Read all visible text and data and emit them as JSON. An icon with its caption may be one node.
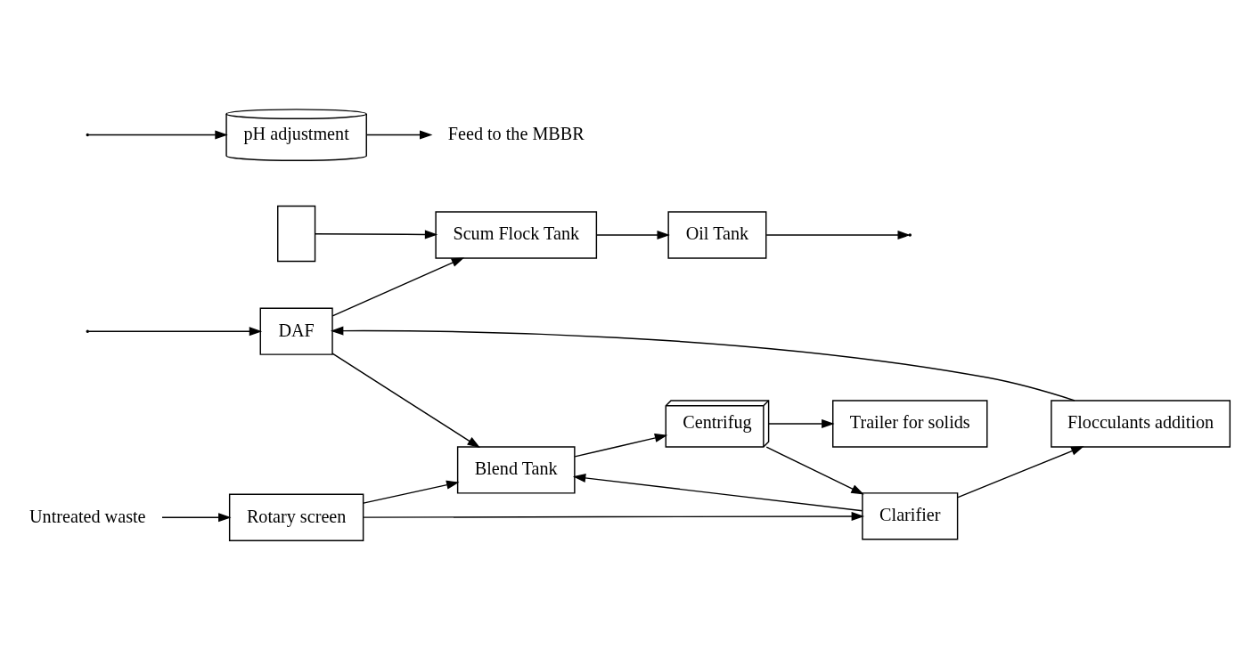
{
  "diagram": {
    "nodes": [
      {
        "text": [
          "Oil Tank"
        ]
      },
      {
        "text": [
          "Flocculants addition"
        ]
      },
      {
        "text": [
          "Clarifier"
        ]
      },
      {
        "text": [],
        "shape": "box"
      },
      {
        "text": [
          "Rotary screen"
        ]
      },
      {
        "text": [
          "Untreated waste"
        ]
      },
      {
        "text": [
          "Scum Flock Tank"
        ]
      },
      {
        "text": [
          "DAF"
        ]
      },
      {
        "text": [
          "Blend Tank"
        ]
      },
      {
        "text": [
          "Centrifug"
        ]
      },
      {
        "text": [
          "pH adjustment"
        ]
      },
      {
        "text": [
          "Feed to the MBBR"
        ]
      },
      {
        "text": [
          "Trailer for solids"
        ]
      }
    ],
    "edges": [
      {
        "from": 5,
        "to": 4,
        "arrow": "to"
      },
      {
        "from": 4,
        "to": 2,
        "arrow": "to"
      },
      {
        "from": 9,
        "to": 2,
        "arrow": "to"
      },
      {
        "from": 2,
        "to": 1,
        "arrow": "to"
      },
      {
        "from": 1,
        "to": 7,
        "arrow": "to"
      },
      {
        "from": 3,
        "to": 6,
        "arrow": "to"
      },
      {
        "from": 7,
        "to": 6,
        "arrow": "to"
      },
      {
        "from": 2,
        "to": 8,
        "arrow": "to"
      },
      {
        "from": 4,
        "to": 8,
        "arrow": "to"
      },
      {
        "from": 7,
        "to": 8,
        "arrow": "to"
      },
      {
        "from": 8,
        "to": 9,
        "arrow": "to"
      },
      {
        "from": 6,
        "to": 0,
        "arrow": "to"
      },
      {
        "from": 0,
        "to": null,
        "arrow": "to"
      },
      {
        "from": null,
        "to": 7,
        "arrow": "to"
      },
      {
        "from": null,
        "to": 10,
        "arrow": "to"
      },
      {
        "from": 9,
        "to": 12,
        "arrow": "to"
      },
      {
        "from": 10,
        "to": 11,
        "arrow": "to"
      }
    ]
  }
}
